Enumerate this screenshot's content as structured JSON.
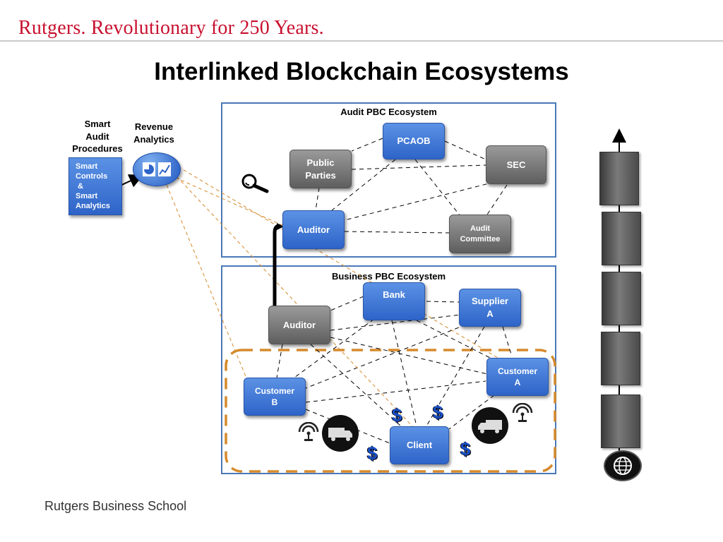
{
  "header": {
    "brand": "Rutgers. Revolutionary for 250 Years.",
    "title": "Interlinked Blockchain Ecosystems"
  },
  "footer": {
    "text": "Rutgers Business School"
  },
  "audit_ecosystem": {
    "title": "Audit PBC Ecosystem",
    "nodes": {
      "pcaob": "PCAOB",
      "sec": "SEC",
      "public_parties": [
        "Public",
        "Parties"
      ],
      "auditor": "Auditor",
      "audit_committee": [
        "Audit",
        "Committee"
      ]
    }
  },
  "business_ecosystem": {
    "title": "Business PBC Ecosystem",
    "nodes": {
      "bank": "Bank",
      "supplier_a": [
        "Supplier",
        "A"
      ],
      "auditor": "Auditor",
      "customer_a": [
        "Customer",
        "A"
      ],
      "customer_b": [
        "Customer",
        "B"
      ],
      "client": "Client"
    },
    "dollar_sign": "$"
  },
  "left_panel": {
    "smart_audit_procedures": [
      "Smart",
      "Audit",
      "Procedures"
    ],
    "revenue_analytics": [
      "Revenue",
      "Analytics"
    ],
    "smart_box_lines": [
      "Smart",
      "Controls",
      " &",
      "Smart",
      "Analytics"
    ]
  },
  "icons": [
    "magnifier-icon",
    "analytics-icon",
    "truck-icon",
    "wireless-icon",
    "globe-icon",
    "chain-block-icon"
  ],
  "colors": {
    "node_blue": "#2e64c8",
    "node_gray": "#5e5e5e",
    "ecosystem_border": "#4a78b8",
    "orange_dashed": "#d58a2c",
    "brand_red": "#c8102e"
  }
}
